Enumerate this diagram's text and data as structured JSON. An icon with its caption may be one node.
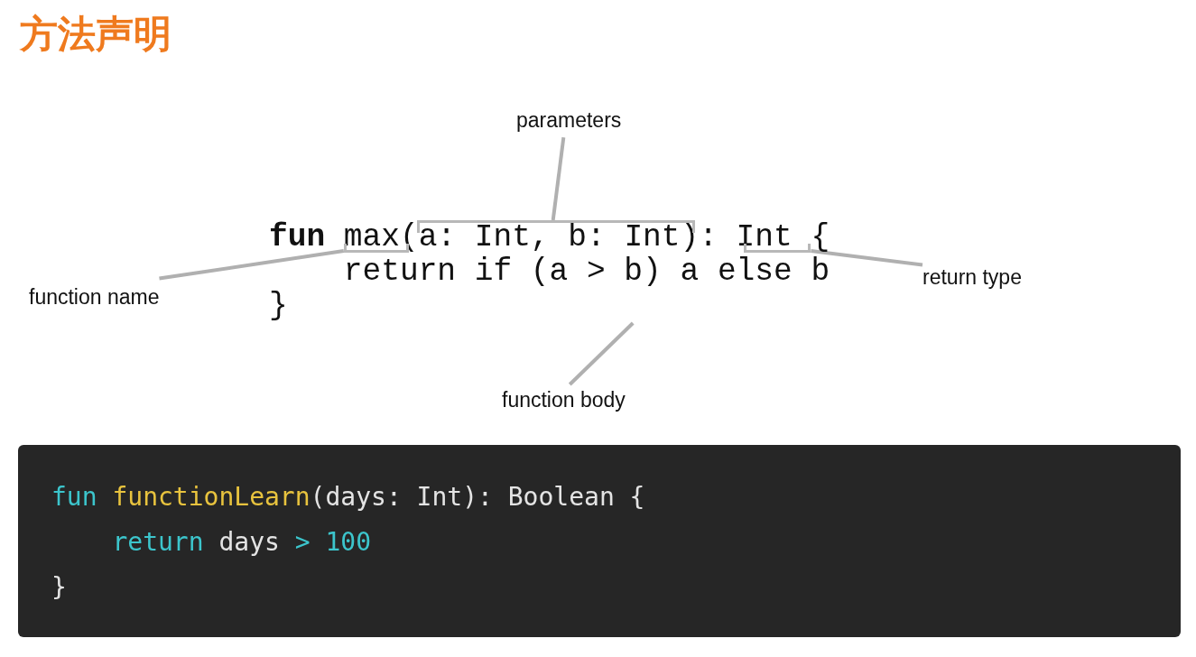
{
  "diagram": {
    "title": "方法声明",
    "nodes": [
      {
        "text": [
          "**fun** max(a: Int, b: Int): Int {",
          "return if (a > b) a else b",
          "}"
        ]
      },
      {
        "text": [
          "parameters"
        ]
      },
      {
        "text": [],
        "shape": "bracket",
        "in": 0
      },
      {
        "text": [
          "function name"
        ]
      },
      {
        "text": [],
        "shape": "bracket",
        "in": 0
      },
      {
        "text": [
          "return type"
        ]
      },
      {
        "text": [],
        "shape": "bracket",
        "in": 0
      },
      {
        "text": [
          "function body"
        ]
      },
      {
        "text": [
          "fun functionLearn(days: Int): Boolean {",
          "return days > 100",
          "}"
        ]
      }
    ],
    "edges": [
      {
        "from": 1,
        "to": 2,
        "arrow": "none"
      },
      {
        "from": 3,
        "to": 4,
        "arrow": "none"
      },
      {
        "from": 5,
        "to": 6,
        "arrow": "none"
      },
      {
        "from": 7,
        "to": 0,
        "arrow": "none"
      }
    ]
  }
}
